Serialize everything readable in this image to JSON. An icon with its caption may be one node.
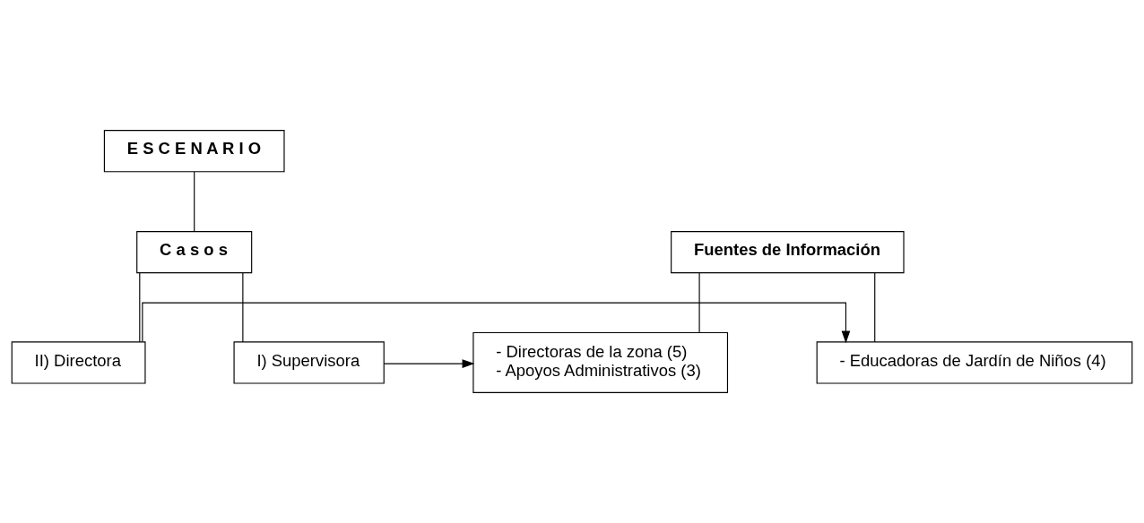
{
  "diagram": {
    "nodes": [
      {
        "text": [
          "E S C E N A R I O"
        ]
      },
      {
        "text": [
          "C a s o s"
        ]
      },
      {
        "text": [
          "Fuentes de Información"
        ]
      },
      {
        "text": [
          "I) Supervisora"
        ]
      },
      {
        "text": [
          "- Directoras de la zona (5)",
          "- Apoyos Administrativos (3)"
        ]
      },
      {
        "text": [
          "II) Directora"
        ]
      },
      {
        "text": [
          "- Educadoras de Jardín de Niños (4)"
        ]
      }
    ],
    "edges": [
      {
        "from": 0,
        "to": 1,
        "arrow": "none"
      },
      {
        "from": 1,
        "to": 3,
        "arrow": "none"
      },
      {
        "from": 1,
        "to": 5,
        "arrow": "none"
      },
      {
        "from": 2,
        "to": 4,
        "arrow": "none"
      },
      {
        "from": 2,
        "to": 6,
        "arrow": "none"
      },
      {
        "from": 3,
        "to": 4,
        "arrow": "to"
      },
      {
        "from": 5,
        "to": 6,
        "arrow": "to"
      }
    ]
  }
}
